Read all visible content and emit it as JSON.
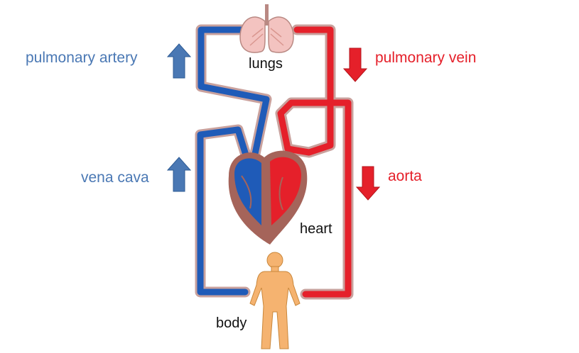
{
  "labels": {
    "pulmonary_artery": "pulmonary artery",
    "pulmonary_vein": "pulmonary vein",
    "vena_cava": "vena cava",
    "aorta": "aorta",
    "lungs": "lungs",
    "heart": "heart",
    "body": "body"
  },
  "colors": {
    "deoxygenated": "#4a78b4",
    "oxygenated": "#e5202a",
    "vessel_blue": "#1f5bb8",
    "vessel_red": "#e5202a",
    "vessel_outline": "#c9a19d",
    "heart_muscle": "#a5645a",
    "skin": "#f5b370"
  },
  "icons": {
    "up_arrows": "blue-up-arrow-icon",
    "down_arrows": "red-down-arrow-icon",
    "lungs": "lungs-icon",
    "heart": "heart-icon",
    "body": "human-figure-icon"
  }
}
